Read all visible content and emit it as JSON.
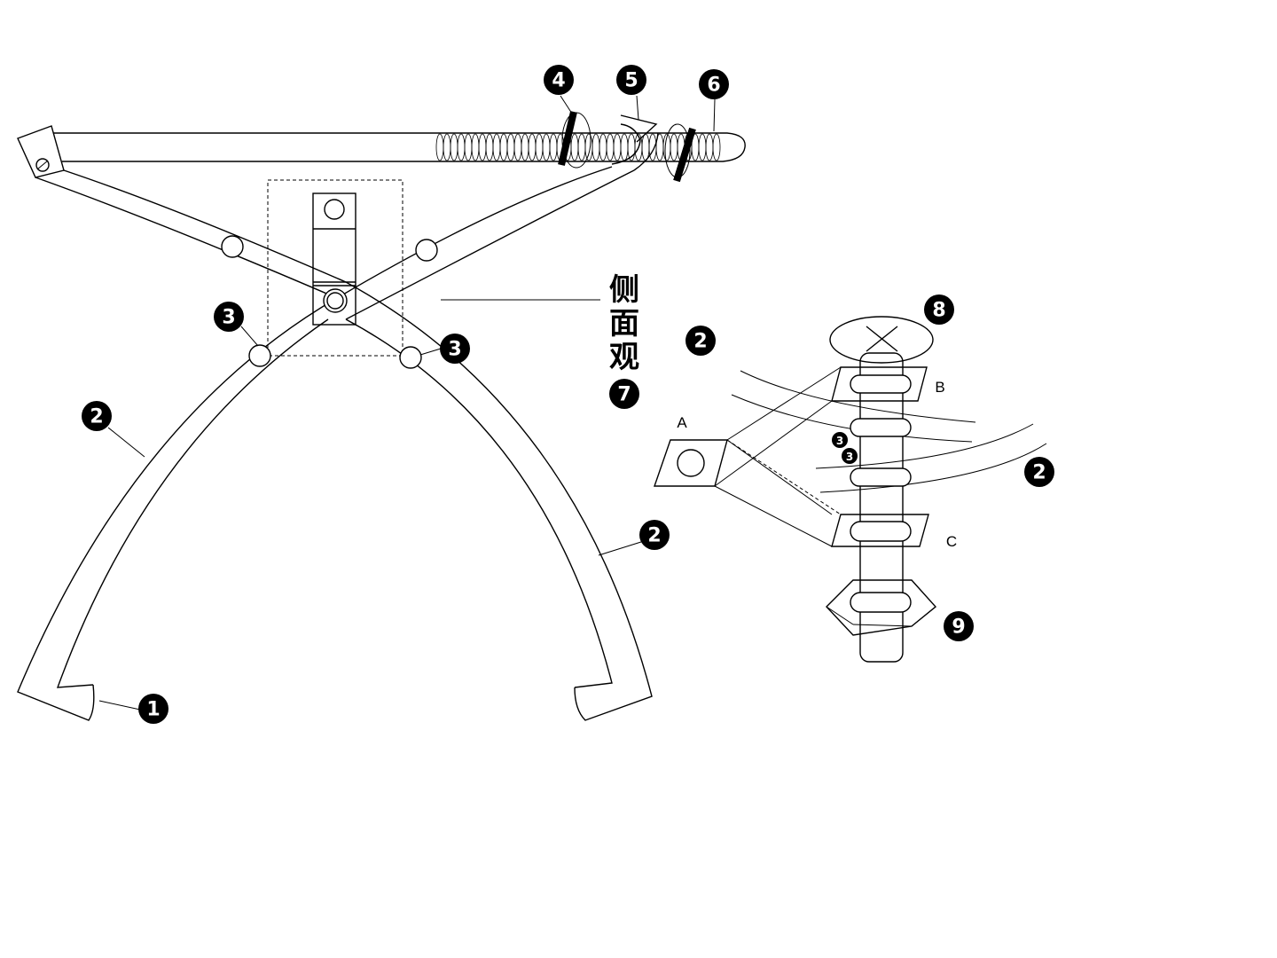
{
  "labels": {
    "side_view_text": [
      "侧",
      "面",
      "观"
    ],
    "hook": "1",
    "arm": "2",
    "pin": "3",
    "ring_left": "4",
    "arrow": "5",
    "ring_right": "6",
    "side_view": "7",
    "screw": "8",
    "nut": "9",
    "letter_a": "A",
    "letter_b": "B",
    "letter_c": "C"
  }
}
